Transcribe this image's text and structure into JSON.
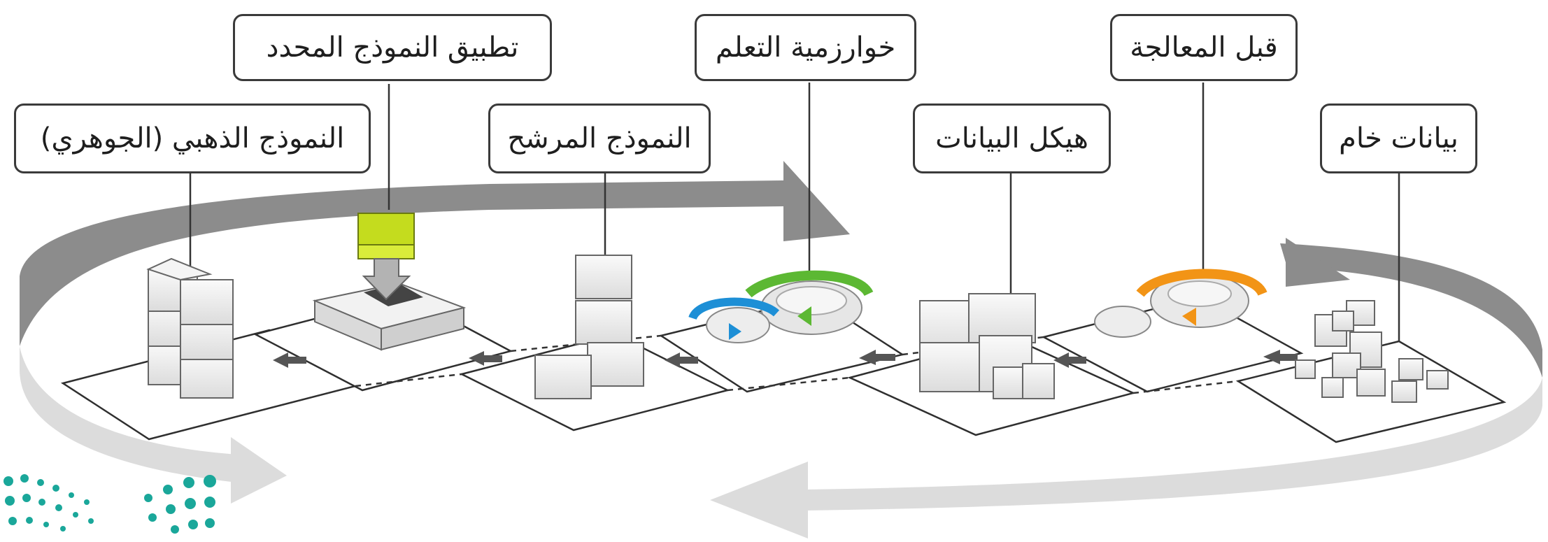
{
  "pipeline_steps": [
    {
      "id": "raw-data",
      "label": "بيانات خام"
    },
    {
      "id": "preprocessing",
      "label": "قبل المعالجة"
    },
    {
      "id": "data-structure",
      "label": "هيكل البيانات"
    },
    {
      "id": "learning-algorithm",
      "label": "خوارزمية التعلم"
    },
    {
      "id": "candidate-model",
      "label": "النموذج المرشح"
    },
    {
      "id": "apply-selected-model",
      "label": "تطبيق النموذج المحدد"
    },
    {
      "id": "golden-model",
      "label": "النموذج الذهبي (الجوهري)"
    }
  ],
  "colors": {
    "cycle_arrow_dark": "#8c8c8c",
    "cycle_arrow_light": "#dcdcdc",
    "selected_model_cube": "#c4dc1e",
    "gear_blue": "#1d8fd6",
    "gear_green": "#5cb833",
    "gear_orange": "#f29416",
    "logo_teal": "#1aa79a"
  }
}
